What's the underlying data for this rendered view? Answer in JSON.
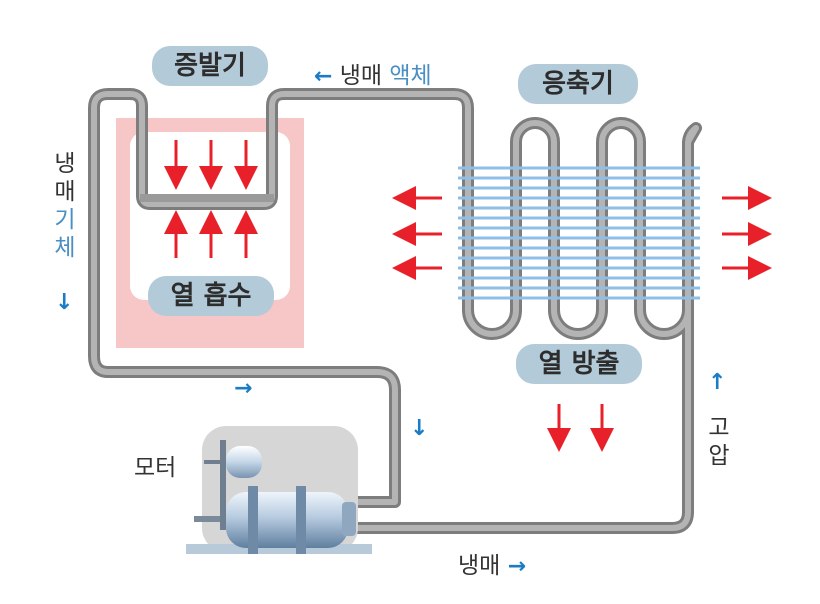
{
  "labels": {
    "evaporator": "증발기",
    "condenser": "응축기",
    "heat_absorb": "열 흡수",
    "heat_release": "열 방출",
    "motor": "모터",
    "top_flow_word": "냉매",
    "top_flow_state": "액체",
    "left_flow_word": [
      "냉",
      "매"
    ],
    "left_flow_state": [
      "기",
      "체"
    ],
    "right_flow": [
      "고",
      "압"
    ],
    "bottom_flow": "냉매"
  },
  "arrows": {
    "left": "←",
    "right": "→",
    "up": "↑",
    "down": "↓"
  },
  "colors": {
    "pipe": "#8c8c8c",
    "heat_arrow": "#e8202a",
    "flow_arrow": "#1b7cc6",
    "coil": "#8fbfe6",
    "evaporator_box": "#f7c6c6",
    "label_bg": "#b3cad9"
  }
}
